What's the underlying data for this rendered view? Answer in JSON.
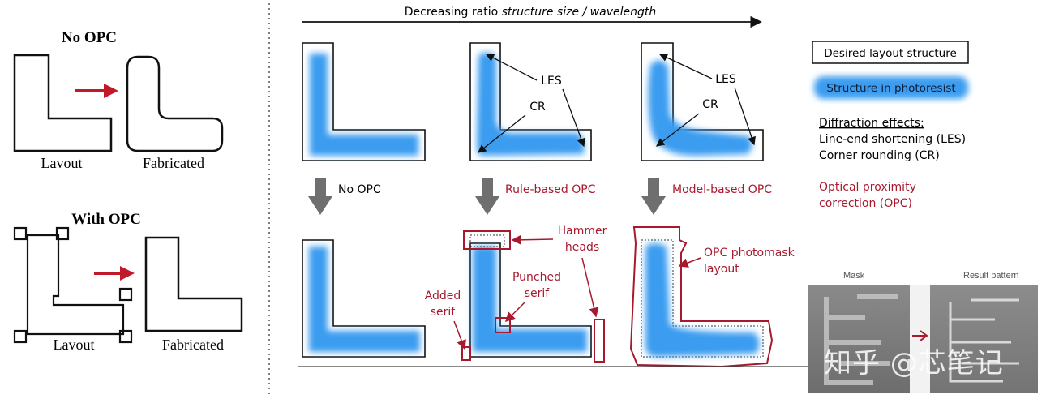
{
  "left_panel": {
    "no_opc_title": "No OPC",
    "with_opc_title": "With OPC",
    "layout_label": "Lavout",
    "fabricated_label": "Fabricated"
  },
  "right_panel": {
    "axis_label_prefix": "Decreasing ratio ",
    "axis_label_italic": "structure size / wavelength",
    "les_label": "LES",
    "cr_label": "CR",
    "no_opc": "No OPC",
    "rule_based_opc": "Rule-based OPC",
    "model_based_opc": "Model-based OPC",
    "hammer_heads_1": "Hammer",
    "hammer_heads_2": "heads",
    "punched_serif_1": "Punched",
    "punched_serif_2": "serif",
    "added_serif_1": "Added",
    "added_serif_2": "serif",
    "opc_photomask_1": "OPC photomask",
    "opc_photomask_2": "layout"
  },
  "legend": {
    "desired_layout": "Desired layout structure",
    "photoresist": "Structure in photoresist",
    "diffraction_title": "Diffraction effects:",
    "line_end": "Line-end shortening (LES)",
    "corner_rounding": "Corner rounding (CR)",
    "opc_1": "Optical proximity",
    "opc_2": "correction (OPC)"
  },
  "photo": {
    "mask_label": "Mask",
    "result_label": "Result pattern",
    "watermark": "知乎 @芯笔记"
  },
  "colors": {
    "resist_blue": "#3a9cf0",
    "accent_red": "#a8192e",
    "arrow_gray": "#6f6f6f"
  }
}
